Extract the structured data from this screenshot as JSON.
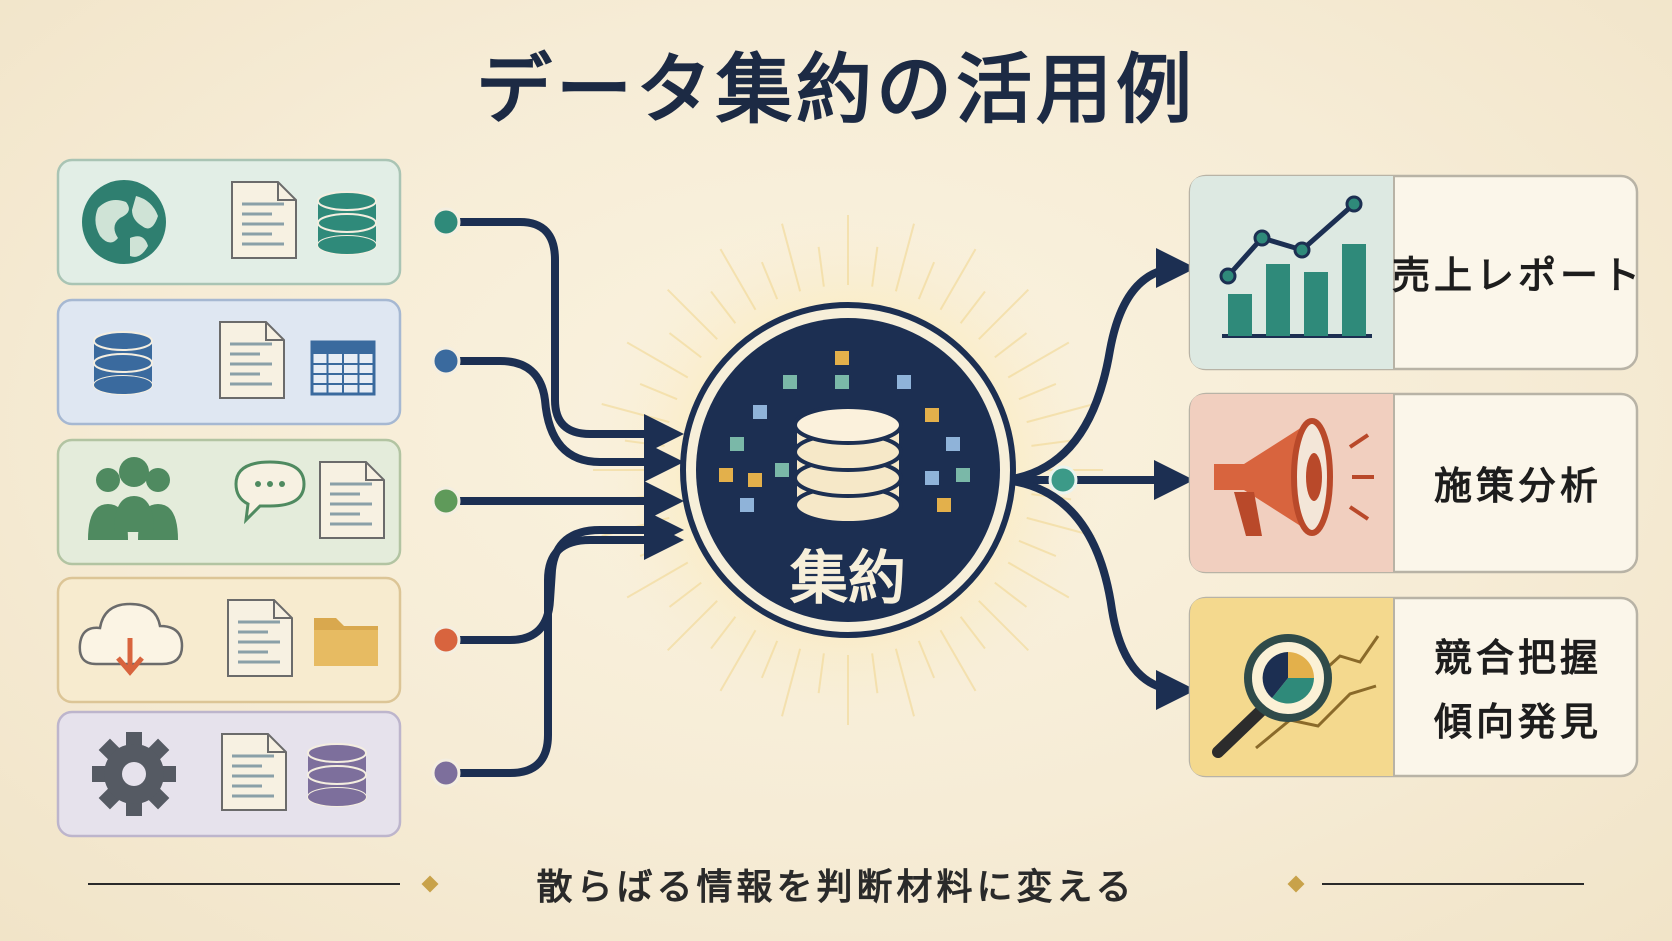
{
  "title": "データ集約の活用例",
  "hub_label": "集約",
  "footer": "散らばる情報を判断材料に変える",
  "sources": [
    {
      "icons": [
        "globe-icon",
        "document-icon",
        "database-icon"
      ],
      "color": "#e2eee6",
      "border": "#a9c4b4",
      "dot": "#2f8a7a"
    },
    {
      "icons": [
        "database-icon",
        "document-icon",
        "table-icon"
      ],
      "color": "#dfe7f2",
      "border": "#a6b8d2",
      "dot": "#3a6a9e"
    },
    {
      "icons": [
        "people-icon",
        "chat-bubble-icon",
        "document-icon"
      ],
      "color": "#e4ecdb",
      "border": "#b2c4a2",
      "dot": "#5f9a5a"
    },
    {
      "icons": [
        "cloud-download-icon",
        "document-icon",
        "folder-icon"
      ],
      "color": "#f7ebcf",
      "border": "#dcc596",
      "dot": "#d8643e"
    },
    {
      "icons": [
        "gear-icon",
        "document-icon",
        "database-icon"
      ],
      "color": "#e6e2ec",
      "border": "#bdb5cc",
      "dot": "#7d6f9c"
    }
  ],
  "outputs": [
    {
      "label_lines": [
        "売上レポート"
      ],
      "icon": "bar-line-chart-icon",
      "color": "#dde9e2"
    },
    {
      "label_lines": [
        "施策分析"
      ],
      "icon": "megaphone-icon",
      "color": "#f1cfbf"
    },
    {
      "label_lines": [
        "競合把握",
        "傾向発見"
      ],
      "icon": "magnifier-chart-icon",
      "color": "#f4d98e"
    }
  ],
  "colors": {
    "navy": "#1c2f52",
    "teal": "#2f8a7a"
  }
}
